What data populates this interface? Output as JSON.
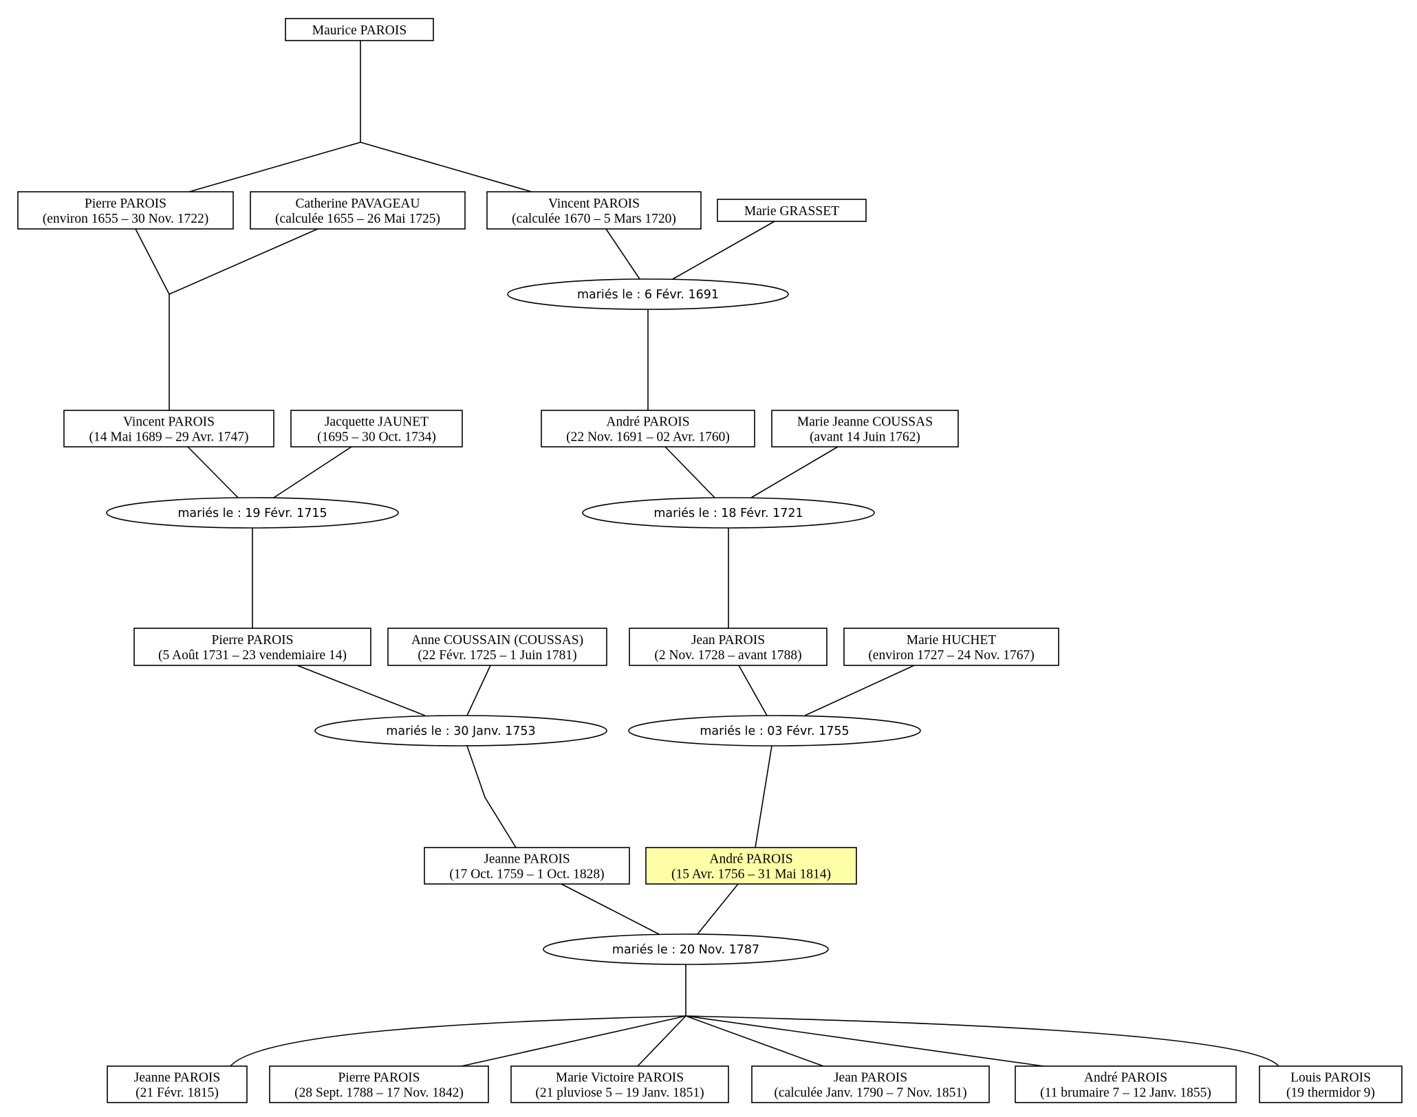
{
  "persons": [
    {
      "id": "maurice",
      "name": "Maurice PAROIS",
      "dates": ""
    },
    {
      "id": "pierre1",
      "name": "Pierre PAROIS",
      "dates": "(environ 1655 – 30 Nov. 1722)"
    },
    {
      "id": "catherine",
      "name": "Catherine PAVAGEAU",
      "dates": "(calculée 1655 – 26 Mai 1725)"
    },
    {
      "id": "vincent1",
      "name": "Vincent PAROIS",
      "dates": "(calculée 1670 – 5 Mars 1720)"
    },
    {
      "id": "grasset",
      "name": "Marie GRASSET",
      "dates": ""
    },
    {
      "id": "vincent2",
      "name": "Vincent PAROIS",
      "dates": "(14 Mai 1689 – 29 Avr. 1747)"
    },
    {
      "id": "jacquette",
      "name": "Jacquette JAUNET",
      "dates": "(1695 – 30 Oct. 1734)"
    },
    {
      "id": "andre1",
      "name": "André PAROIS",
      "dates": "(22 Nov. 1691 – 02 Avr. 1760)"
    },
    {
      "id": "coussas",
      "name": "Marie Jeanne COUSSAS",
      "dates": "(avant 14 Juin 1762)"
    },
    {
      "id": "pierre2",
      "name": "Pierre PAROIS",
      "dates": "(5 Août 1731 – 23 vendemiaire 14)"
    },
    {
      "id": "anne",
      "name": "Anne COUSSAIN (COUSSAS)",
      "dates": "(22 Févr. 1725 – 1 Juin 1781)"
    },
    {
      "id": "jean1",
      "name": "Jean PAROIS",
      "dates": "(2 Nov. 1728 – avant 1788)"
    },
    {
      "id": "huchet",
      "name": "Marie HUCHET",
      "dates": "(environ 1727 – 24 Nov. 1767)"
    },
    {
      "id": "jeanne1",
      "name": "Jeanne PAROIS",
      "dates": "(17 Oct. 1759 – 1 Oct. 1828)"
    },
    {
      "id": "andre2",
      "name": "André PAROIS",
      "dates": "(15 Avr. 1756 – 31 Mai 1814)",
      "highlight": true
    },
    {
      "id": "jeanne2",
      "name": "Jeanne PAROIS",
      "dates": "(21 Févr. 1815)"
    },
    {
      "id": "pierre3",
      "name": "Pierre PAROIS",
      "dates": "(28 Sept. 1788 – 17 Nov. 1842)"
    },
    {
      "id": "mvictoire",
      "name": "Marie Victoire PAROIS",
      "dates": "(21 pluviose 5 – 19 Janv. 1851)"
    },
    {
      "id": "jean2",
      "name": "Jean PAROIS",
      "dates": "(calculée Janv. 1790 – 7 Nov. 1851)"
    },
    {
      "id": "andre3",
      "name": "André PAROIS",
      "dates": "(11 brumaire 7 – 12 Janv. 1855)"
    },
    {
      "id": "louis",
      "name": "Louis PAROIS",
      "dates": "(19 thermidor 9)"
    }
  ],
  "marriages": [
    {
      "id": "m1691",
      "label": "mariés le : 6 Févr. 1691"
    },
    {
      "id": "m1715",
      "label": "mariés le : 19 Févr. 1715"
    },
    {
      "id": "m1721",
      "label": "mariés le : 18 Févr. 1721"
    },
    {
      "id": "m1753",
      "label": "mariés le : 30 Janv. 1753"
    },
    {
      "id": "m1755",
      "label": "mariés le : 03 Févr. 1755"
    },
    {
      "id": "m1787",
      "label": "mariés le : 20 Nov. 1787"
    }
  ],
  "colors": {
    "highlight": "#ffffa8",
    "line": "#000000",
    "background": "#ffffff"
  }
}
